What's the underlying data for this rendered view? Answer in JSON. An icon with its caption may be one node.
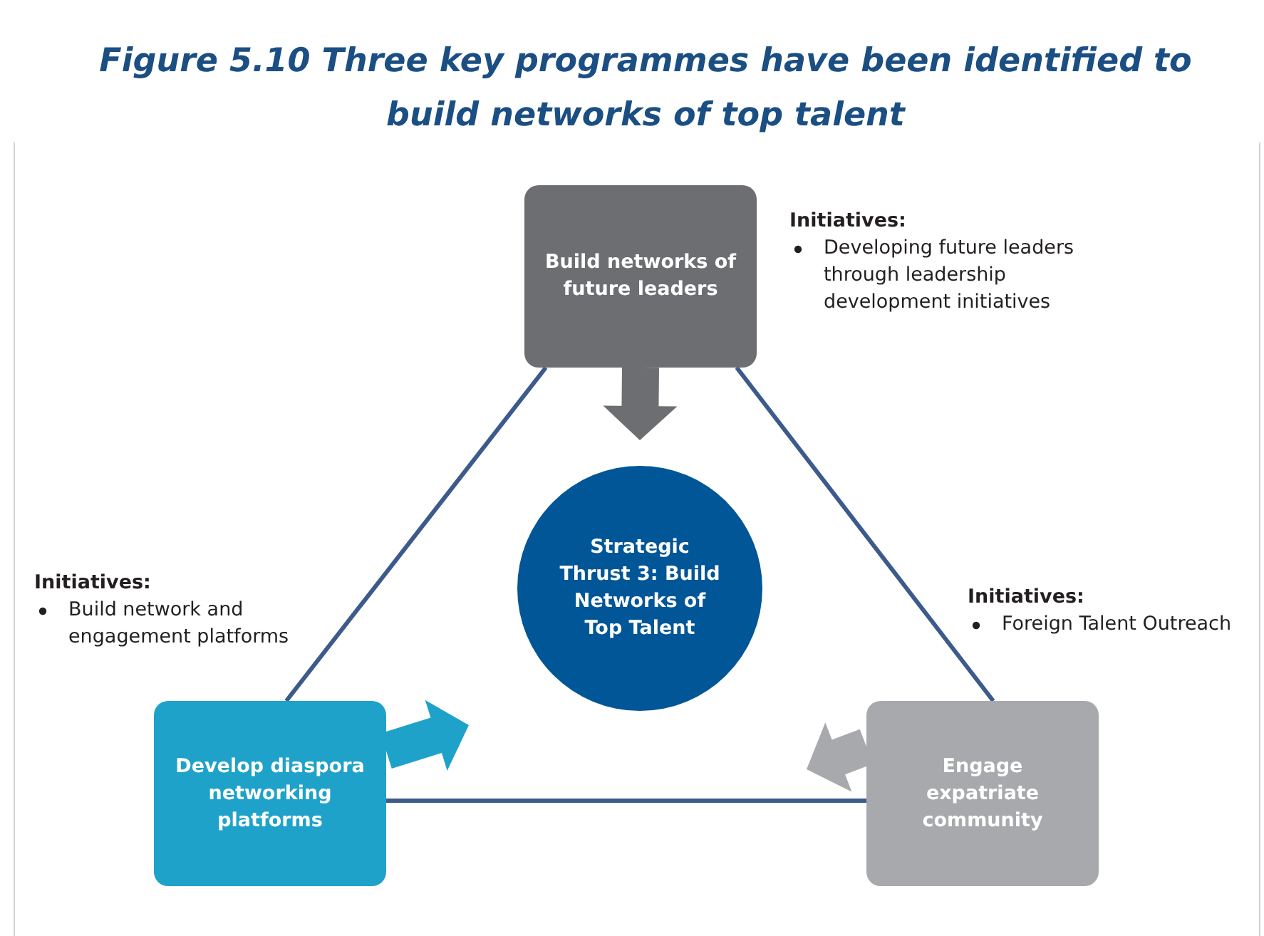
{
  "diagram": {
    "title": "Figure 5.10 Three key programmes have been identified to build networks of top talent",
    "nodes": [
      {
        "text": [
          "Build networks of future leaders"
        ],
        "beside": [
          "Initiatives:",
          "Developing future leaders through leadership development initiatives"
        ]
      },
      {
        "text": [
          "Strategic Thrust 3: Build Networks of Top Talent"
        ]
      },
      {
        "text": [
          "Develop diaspora networking platforms"
        ],
        "beside": [
          "Initiatives:",
          "Build network and engagement platforms"
        ]
      },
      {
        "text": [
          "Engage expatriate community"
        ],
        "beside": [
          "Initiatives:",
          "Foreign Talent Outreach"
        ]
      }
    ],
    "edges": [
      {
        "from": 0,
        "to": 2,
        "arrow": "none"
      },
      {
        "from": 0,
        "to": 3,
        "arrow": "none"
      },
      {
        "from": 2,
        "to": 3,
        "arrow": "none"
      },
      {
        "from": 0,
        "to": 1,
        "arrow": "to",
        "style": "thick",
        "color": "#6d6e71"
      },
      {
        "from": 2,
        "to": 1,
        "arrow": "to",
        "style": "thick",
        "color": "#1fa2c9"
      },
      {
        "from": 3,
        "to": 1,
        "arrow": "to",
        "style": "thick",
        "color": "#a7a9ac"
      }
    ]
  }
}
